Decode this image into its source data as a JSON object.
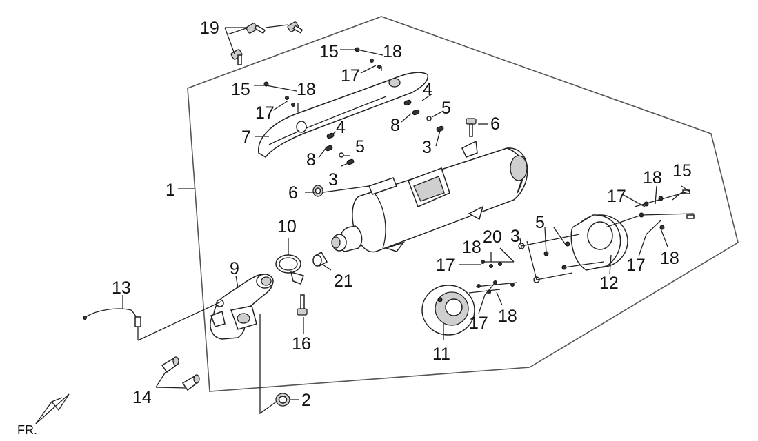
{
  "diagram": {
    "labels": [
      "1",
      "2",
      "3",
      "4",
      "5",
      "6",
      "7",
      "8",
      "9",
      "10",
      "11",
      "12",
      "13",
      "14",
      "15",
      "16",
      "17",
      "18",
      "19",
      "20",
      "21"
    ],
    "orientation": "FR."
  }
}
